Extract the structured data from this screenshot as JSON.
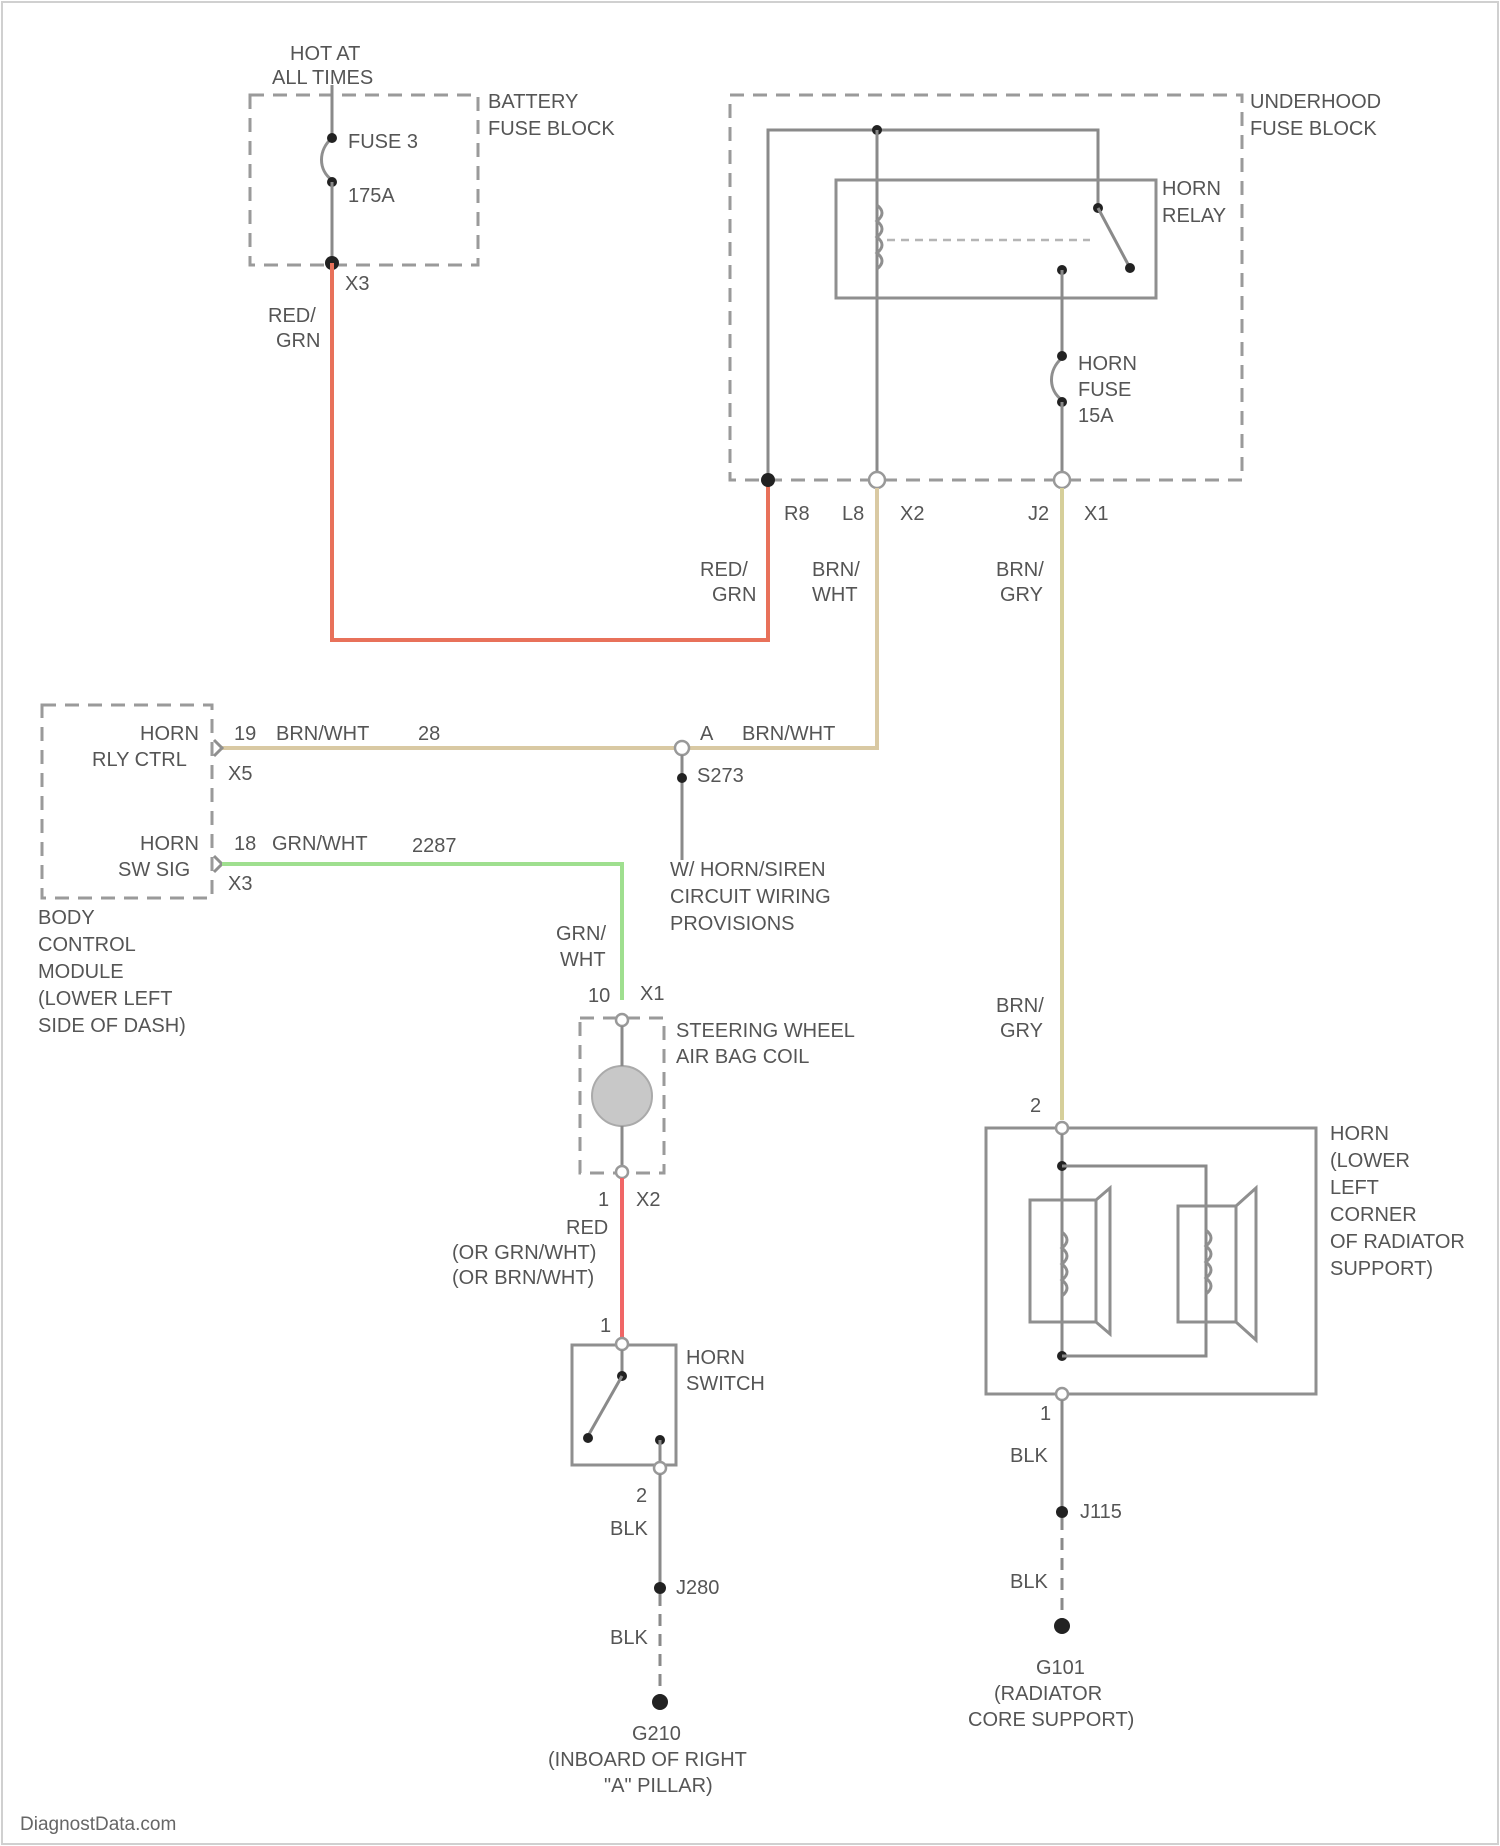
{
  "watermark": "DiagnostData.com",
  "colors": {
    "red_grn": "#e8715a",
    "brn_wht": "#d9c9a3",
    "grn_wht": "#9fdf8f",
    "brn_gry": "#d6cf9a",
    "red": "#f06666",
    "blk": "#9b9b9b"
  },
  "battery_fuse_block": {
    "hot_at": "HOT AT",
    "all_times": "ALL TIMES",
    "title_1": "BATTERY",
    "title_2": "FUSE BLOCK",
    "fuse_name": "FUSE 3",
    "fuse_rating": "175A",
    "connector": "X3"
  },
  "underhood_fuse_block": {
    "title_1": "UNDERHOOD",
    "title_2": "FUSE BLOCK",
    "relay_1": "HORN",
    "relay_2": "RELAY",
    "fuse_1": "HORN",
    "fuse_2": "FUSE",
    "fuse_3": "15A",
    "pin_r8": "R8",
    "pin_l8": "L8",
    "conn_x2": "X2",
    "pin_j2": "J2",
    "conn_x1": "X1"
  },
  "wire_labels": {
    "red_grn_top_1": "RED/",
    "red_grn_top_2": "GRN",
    "red_grn_low_1": "RED/",
    "red_grn_low_2": "GRN",
    "brn_wht_1": "BRN/",
    "brn_wht_2": "WHT",
    "brn_gry_top_1": "BRN/",
    "brn_gry_top_2": "GRY",
    "brn_gry_low_1": "BRN/",
    "brn_gry_low_2": "GRY",
    "bcm_rly_pin": "19",
    "bcm_rly_color": "BRN/WHT",
    "bcm_rly_circuit": "28",
    "splice_pin": "A",
    "splice_color": "BRN/WHT",
    "bcm_sw_pin": "18",
    "bcm_sw_color": "GRN/WHT",
    "bcm_sw_circuit": "2287",
    "grn_wht_1": "GRN/",
    "grn_wht_2": "WHT",
    "red_1": "RED",
    "red_2": "(OR GRN/WHT)",
    "red_3": "(OR BRN/WHT)",
    "blk_1": "BLK",
    "blk_2": "BLK",
    "blk_3": "BLK",
    "blk_4": "BLK"
  },
  "bcm": {
    "rly_1": "HORN",
    "rly_2": "RLY CTRL",
    "rly_conn": "X5",
    "sw_1": "HORN",
    "sw_2": "SW SIG",
    "sw_conn": "X3",
    "name_1": "BODY",
    "name_2": "CONTROL",
    "name_3": "MODULE",
    "name_4": "(LOWER LEFT",
    "name_5": "SIDE OF DASH)"
  },
  "splice": {
    "name": "S273",
    "note_1": "W/ HORN/SIREN",
    "note_2": "CIRCUIT WIRING",
    "note_3": "PROVISIONS"
  },
  "air_bag_coil": {
    "pin_top": "10",
    "conn_top": "X1",
    "name_1": "STEERING WHEEL",
    "name_2": "AIR BAG COIL",
    "pin_bot": "1",
    "conn_bot": "X2"
  },
  "horn_switch": {
    "pin_top": "1",
    "name_1": "HORN",
    "name_2": "SWITCH",
    "pin_bot": "2",
    "junction": "J280",
    "ground": "G210",
    "ground_loc_1": "(INBOARD OF RIGHT",
    "ground_loc_2": "\"A\" PILLAR)"
  },
  "horn": {
    "pin_top": "2",
    "name_1": "HORN",
    "name_2": "(LOWER",
    "name_3": "LEFT",
    "name_4": "CORNER",
    "name_5": "OF RADIATOR",
    "name_6": "SUPPORT)",
    "pin_bot": "1",
    "junction": "J115",
    "ground": "G101",
    "ground_loc_1": "(RADIATOR",
    "ground_loc_2": "CORE SUPPORT)"
  }
}
